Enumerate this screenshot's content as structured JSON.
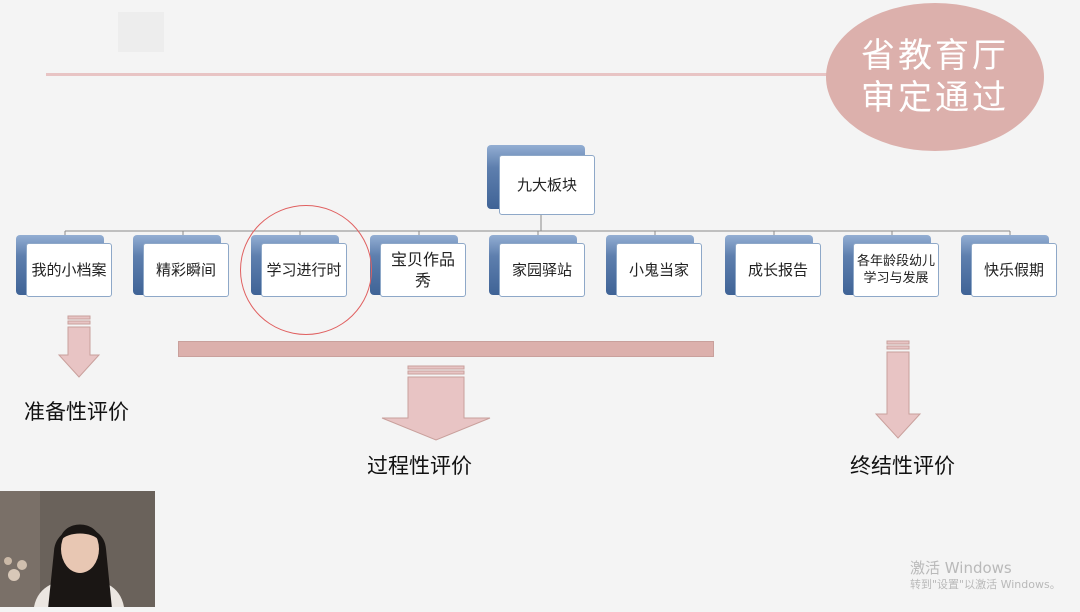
{
  "badge": {
    "line1": "省教育厅",
    "line2": "审定通过"
  },
  "root": {
    "label": "九大板块"
  },
  "children": [
    {
      "label": "我的小档案"
    },
    {
      "label": "精彩瞬间"
    },
    {
      "label": "学习进行时"
    },
    {
      "label": "宝贝作品秀"
    },
    {
      "label": "家园驿站"
    },
    {
      "label": "小鬼当家"
    },
    {
      "label": "成长报告"
    },
    {
      "label": "各年龄段幼儿学习与发展"
    },
    {
      "label": "快乐假期"
    }
  ],
  "evaluations": {
    "prep": "准备性评价",
    "process": "过程性评价",
    "final": "终结性评价"
  },
  "watermark": {
    "line1": "激活 Windows",
    "line2": "转到\"设置\"以激活 Windows。"
  },
  "colors": {
    "accent": "#dcb0ac",
    "node_blue": "#5e7fae",
    "circle": "#e06060"
  }
}
